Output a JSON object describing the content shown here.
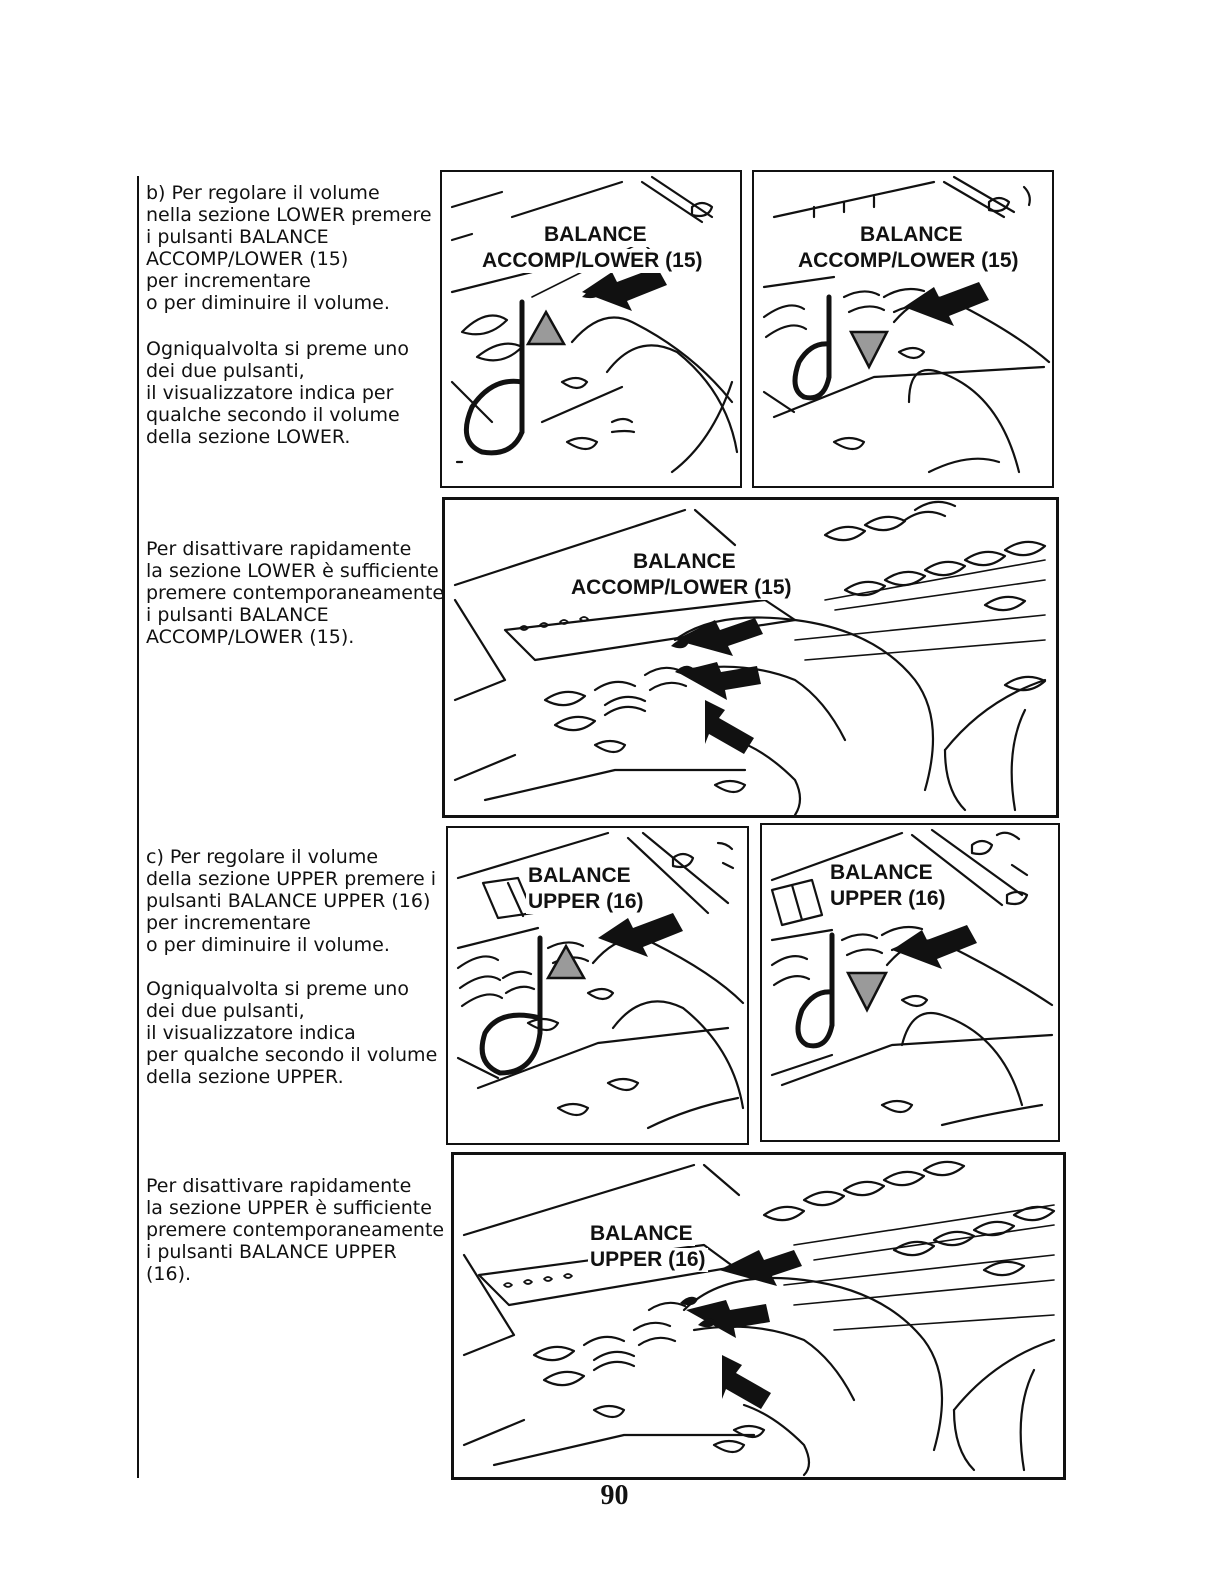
{
  "paragraphs": {
    "b_lower": [
      "b) Per regolare il volume",
      "nella sezione LOWER premere",
      "i pulsanti BALANCE",
      "ACCOMP/LOWER (15)",
      "per incrementare",
      "o per diminuire il volume."
    ],
    "b_display": [
      "Ogniqualvolta si preme uno",
      "dei due pulsanti,",
      "il visualizzatore indica per",
      "qualche secondo il volume",
      "della sezione LOWER."
    ],
    "lower_off": [
      "Per disattivare rapidamente",
      "la sezione LOWER è sufficiente",
      "premere contemporaneamente",
      "i pulsanti BALANCE",
      "ACCOMP/LOWER (15)."
    ],
    "c_upper": [
      "c) Per regolare il volume",
      "della sezione UPPER premere i",
      "pulsanti BALANCE UPPER (16)",
      "per incrementare",
      "o per diminuire il volume."
    ],
    "c_display": [
      "Ogniqualvolta si preme uno",
      "dei due pulsanti,",
      "il visualizzatore indica",
      "per qualche secondo il volume",
      "della sezione UPPER."
    ],
    "upper_off": [
      "Per disattivare rapidamente",
      "la sezione UPPER  è sufficiente",
      "premere contemporaneamente",
      "i pulsanti BALANCE UPPER",
      "(16)."
    ]
  },
  "figures": {
    "lower_up": {
      "line1": "BALANCE",
      "line2": "ACCOMP/LOWER (15)"
    },
    "lower_down": {
      "line1": "BALANCE",
      "line2": "ACCOMP/LOWER (15)"
    },
    "lower_both": {
      "line1": "BALANCE",
      "line2": "ACCOMP/LOWER (15)"
    },
    "upper_up": {
      "line1": "BALANCE",
      "line2": "UPPER (16)"
    },
    "upper_down": {
      "line1": "BALANCE",
      "line2": "UPPER (16)"
    },
    "upper_both": {
      "line1": "BALANCE",
      "line2": "UPPER (16)"
    }
  },
  "page_number": "90"
}
